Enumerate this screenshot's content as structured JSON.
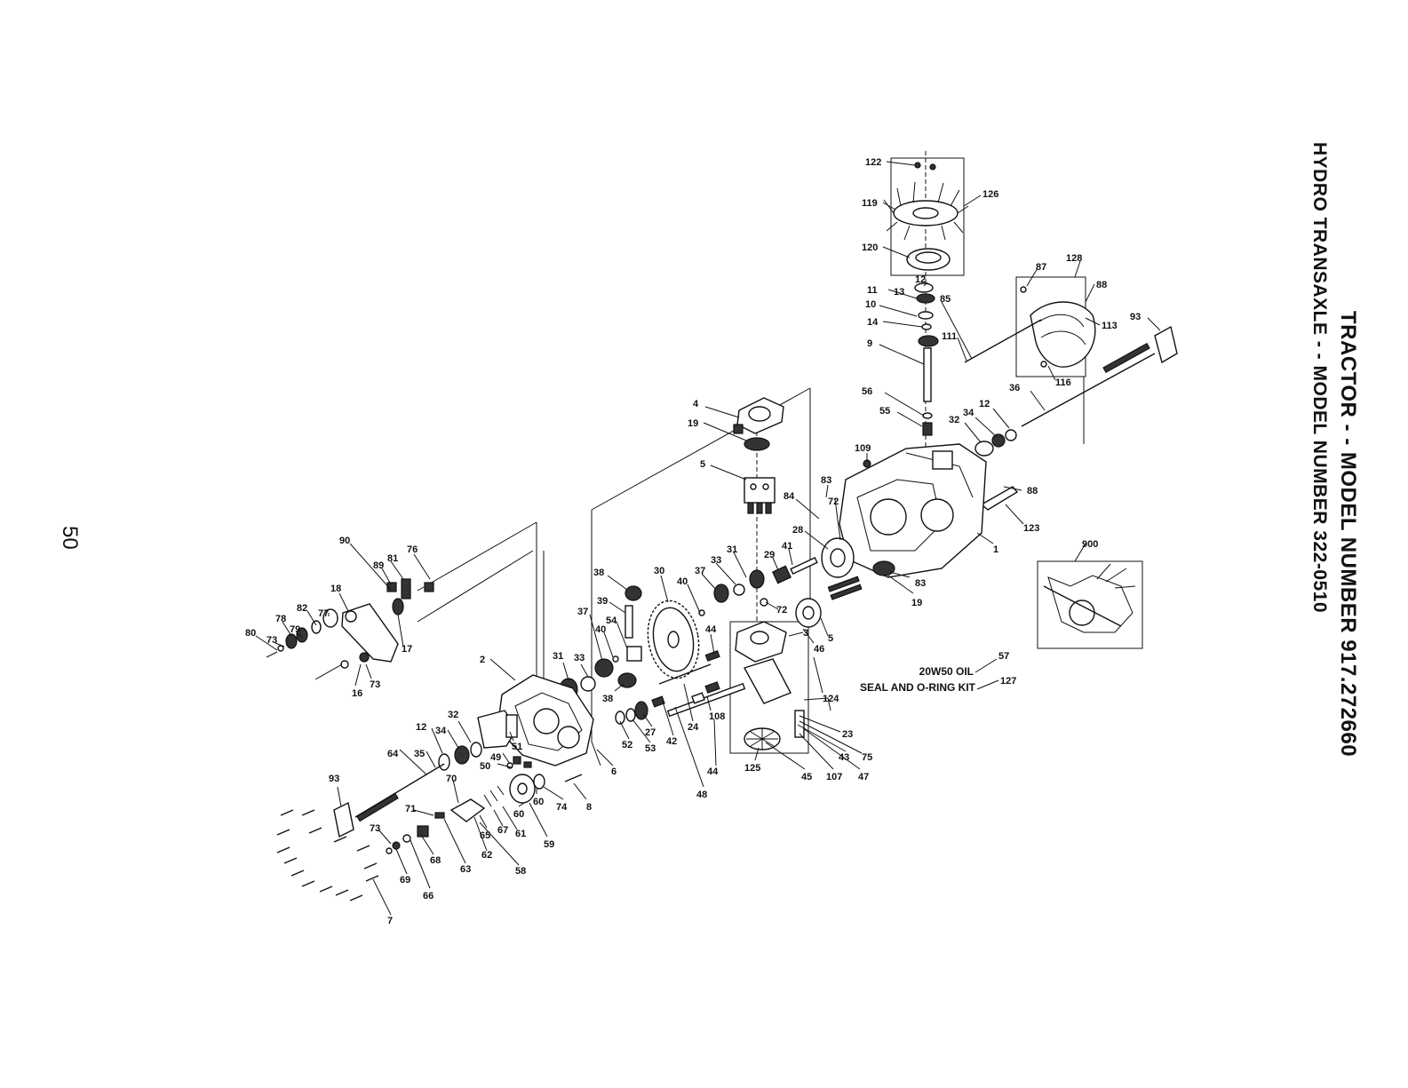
{
  "title": {
    "line1": "TRACTOR - - MODEL NUMBER  917.272660",
    "line2": "HYDRO TRANSAXLE - - MODEL NUMBER 322-0510"
  },
  "page_number": "50",
  "notes": {
    "oil": "20W50 OIL",
    "oil_ref": "57",
    "seal_kit": "SEAL AND O-RING KIT",
    "seal_kit_ref": "127"
  },
  "part_refs": {
    "p122": "122",
    "p126": "126",
    "p119": "119",
    "p120": "120",
    "p128": "128",
    "p87": "87",
    "p88a": "88",
    "p12a": "12",
    "p11": "11",
    "p13": "13",
    "p85": "85",
    "p10": "10",
    "p113": "113",
    "p93a": "93",
    "p14": "14",
    "p111": "111",
    "p9": "9",
    "p116": "116",
    "p36": "36",
    "p56": "56",
    "p12b": "12",
    "p55": "55",
    "p34a": "34",
    "p32a": "32",
    "p4": "4",
    "p19a": "19",
    "p109": "109",
    "p5a": "5",
    "p88b": "88",
    "p123": "123",
    "p83a": "83",
    "p84": "84",
    "p72a": "72",
    "p1": "1",
    "p900": "900",
    "p28": "28",
    "p90": "90",
    "p76": "76",
    "p89": "89",
    "p81": "81",
    "p41": "41",
    "p31a": "31",
    "p29": "29",
    "p33a": "33",
    "p38a": "38",
    "p30": "30",
    "p37a": "37",
    "p40a": "40",
    "p83b": "83",
    "p19b": "19",
    "p18": "18",
    "p82": "82",
    "p77": "77",
    "p78": "78",
    "p79": "79",
    "p39": "39",
    "p72b": "72",
    "p80": "80",
    "p73a": "73",
    "p17": "17",
    "p54": "54",
    "p44a": "44",
    "p37b": "37",
    "p40b": "40",
    "p3": "3",
    "p5b": "5",
    "p46": "46",
    "p16": "16",
    "p73b": "73",
    "p2": "2",
    "p31b": "31",
    "p33b": "33",
    "p124": "124",
    "p38b": "38",
    "p32b": "32",
    "p12c": "12",
    "p34b": "34",
    "p27": "27",
    "p42": "42",
    "p24": "24",
    "p108": "108",
    "p51": "51",
    "p52": "52",
    "p53": "53",
    "p23": "23",
    "p49": "49",
    "p64": "64",
    "p35": "35",
    "p50": "50",
    "p6": "6",
    "p75": "75",
    "p43": "43",
    "p44b": "44",
    "p125": "125",
    "p45": "45",
    "p107": "107",
    "p47": "47",
    "p93b": "93",
    "p70": "70",
    "p60a": "60",
    "p74": "74",
    "p8": "8",
    "p48": "48",
    "p71": "71",
    "p60b": "60",
    "p65": "65",
    "p67": "67",
    "p61": "61",
    "p59": "59",
    "p73c": "73",
    "p62": "62",
    "p58": "58",
    "p68": "68",
    "p63": "63",
    "p69": "69",
    "p66": "66",
    "p7": "7"
  }
}
